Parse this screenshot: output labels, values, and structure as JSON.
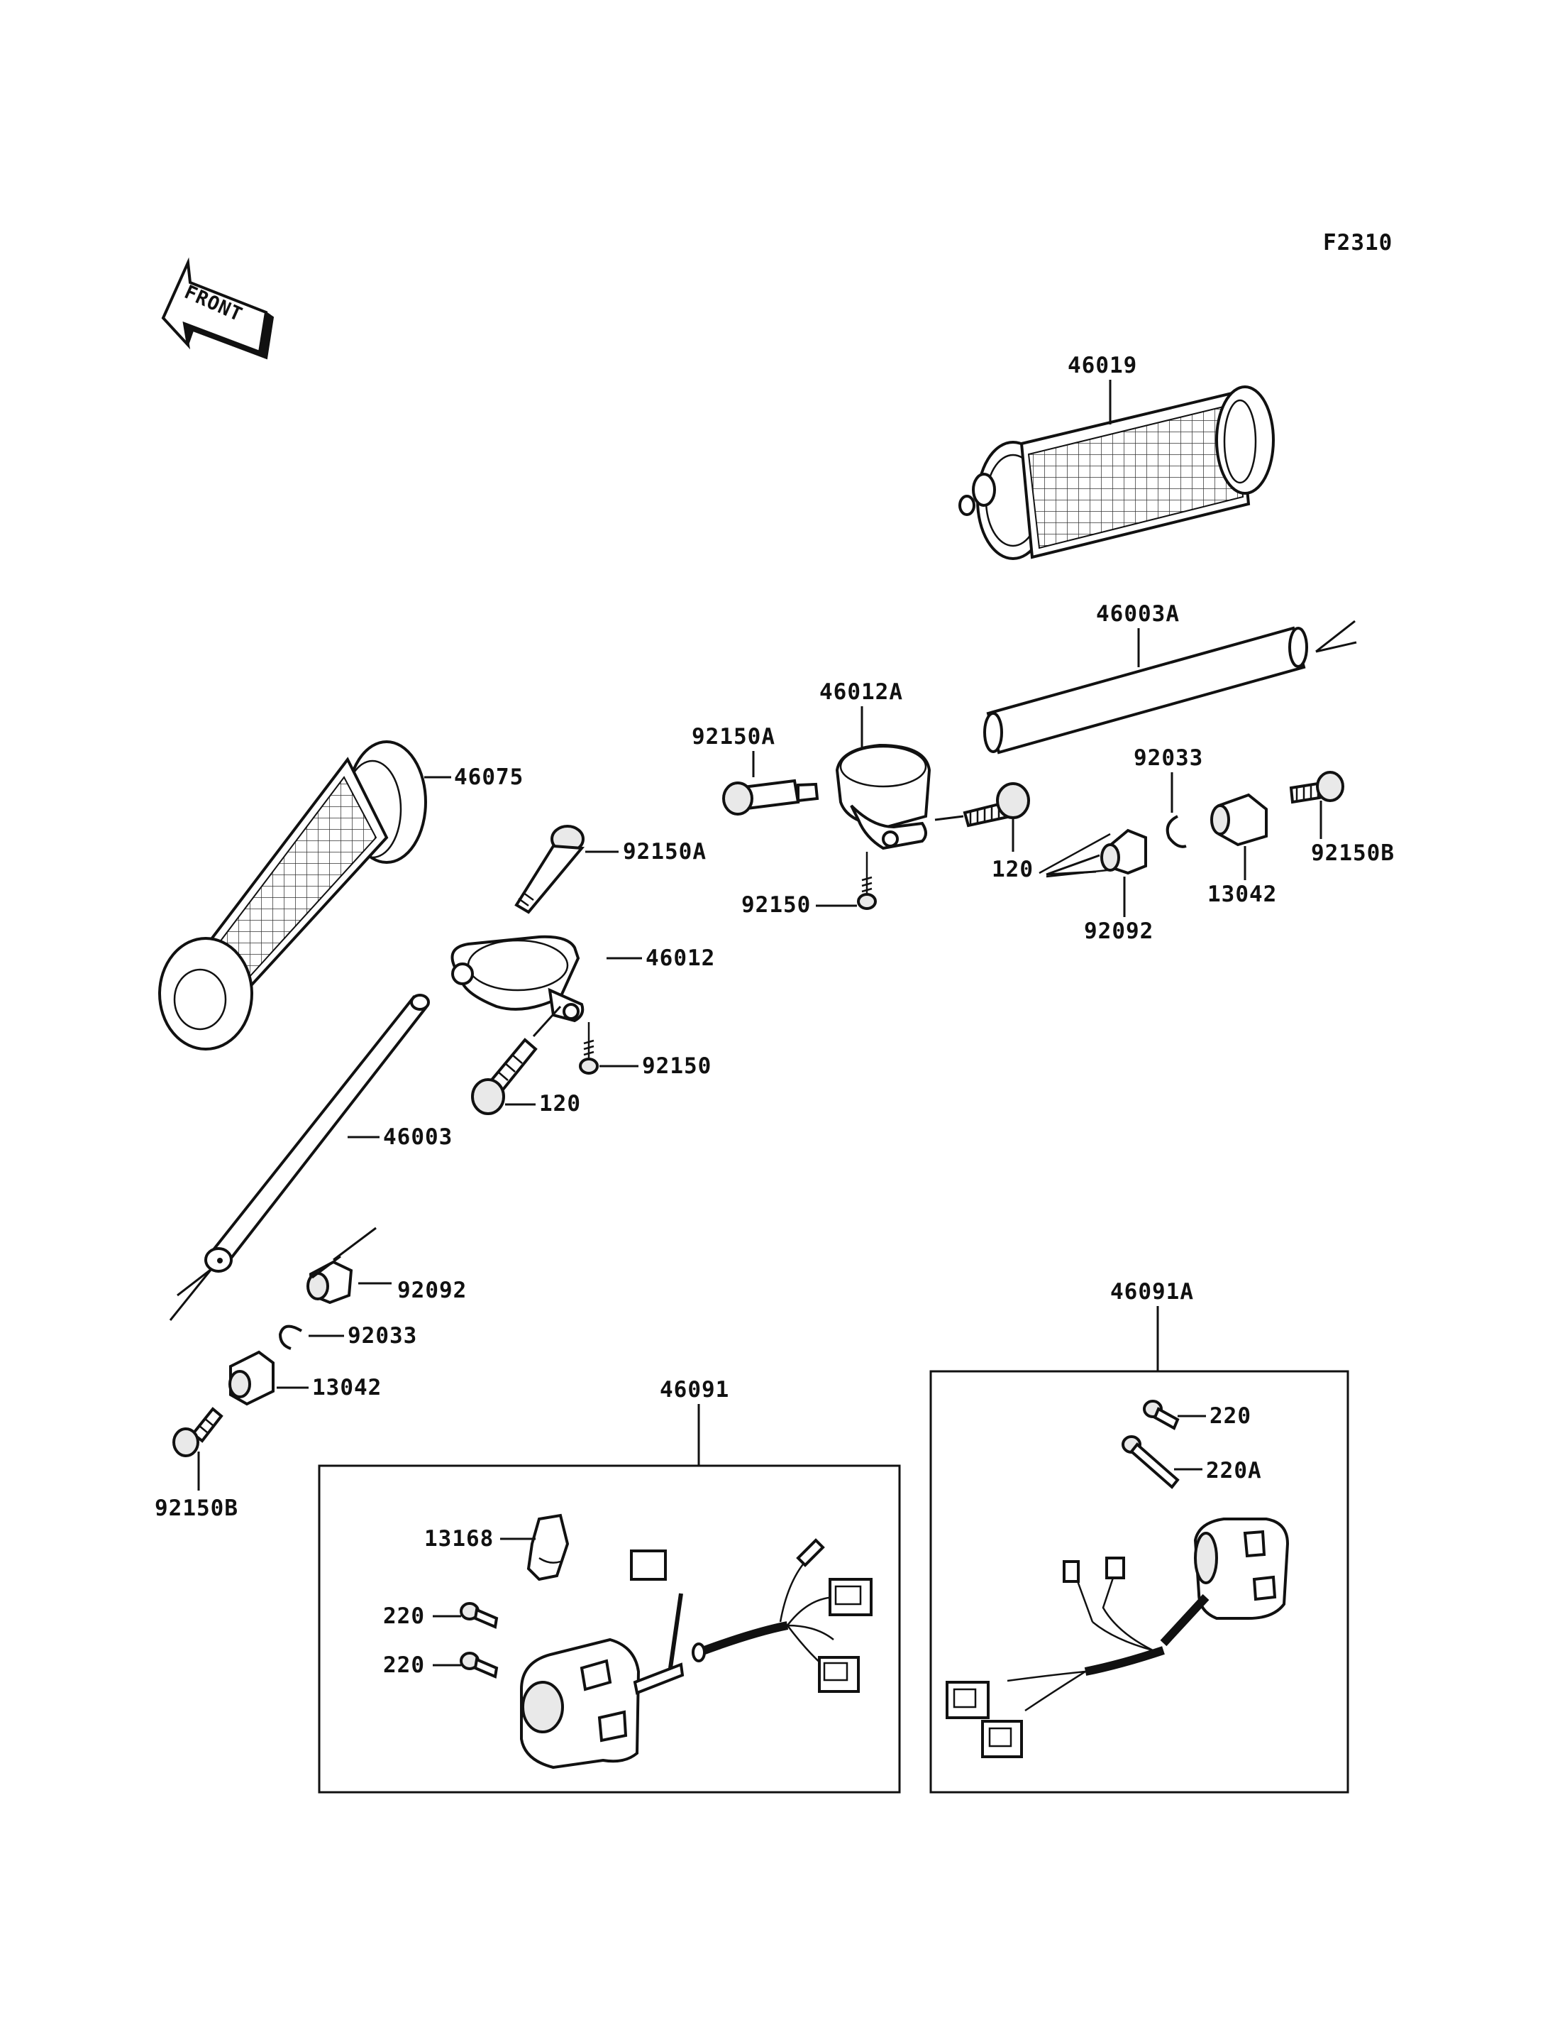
{
  "figure_code": "F2310",
  "front_marker": "FRONT",
  "labels": {
    "p46019": "46019",
    "p46003A": "46003A",
    "p46012A": "46012A",
    "p92150A_top": "92150A",
    "p92033_top": "92033",
    "p46075": "46075",
    "p92150A_mid": "92150A",
    "p120_top": "120",
    "p92150B_top": "92150B",
    "p13042_top": "13042",
    "p92150_top": "92150",
    "p92092_top": "92092",
    "p46012": "46012",
    "p92150_mid": "92150",
    "p120_mid": "120",
    "p46003": "46003",
    "p92092_bot": "92092",
    "p92033_bot": "92033",
    "p13042_bot": "13042",
    "p92150B_bot": "92150B",
    "p46091A": "46091A",
    "p46091": "46091",
    "p220_a": "220",
    "p220A": "220A",
    "p13168": "13168",
    "p220_b": "220",
    "p220_c": "220"
  }
}
